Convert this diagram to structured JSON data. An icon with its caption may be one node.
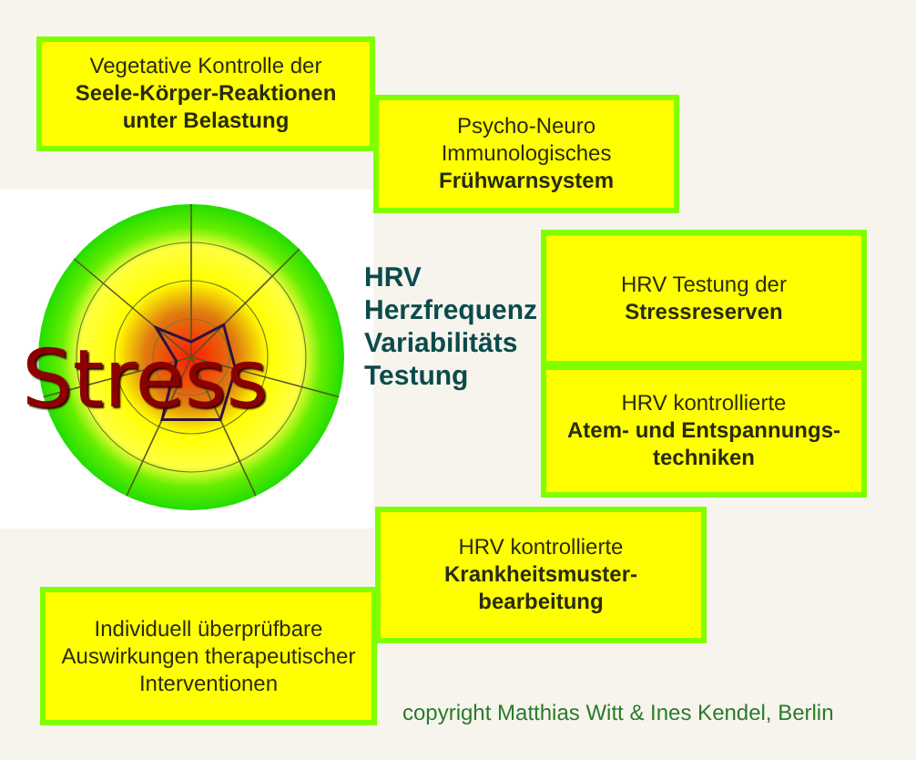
{
  "diagram": {
    "nodes": [
      {
        "text": [
          "Vegetative Kontrolle der",
          "Seele-Körper-Reaktionen unter Belastung"
        ]
      },
      {
        "text": [
          "Psycho-Neuro Immunologisches",
          "Frühwarnsystem"
        ]
      },
      {
        "text": [
          "HRV Testung der",
          "Stressreserven"
        ]
      },
      {
        "text": [
          "HRV kontrollierte",
          "Atem- und Entspannungs- techniken"
        ]
      },
      {
        "text": [
          "HRV kontrollierte",
          "Krankheitsmuster- bearbeitung"
        ]
      },
      {
        "text": [
          "Individuell überprüfbare Auswirkungen therapeutischer Interventionen"
        ]
      }
    ],
    "labels": [
      "HRV Herzfrequenz Variabilitäts Testung",
      "Stress",
      "copyright Matthias Witt & Ines Kendel, Berlin"
    ]
  }
}
